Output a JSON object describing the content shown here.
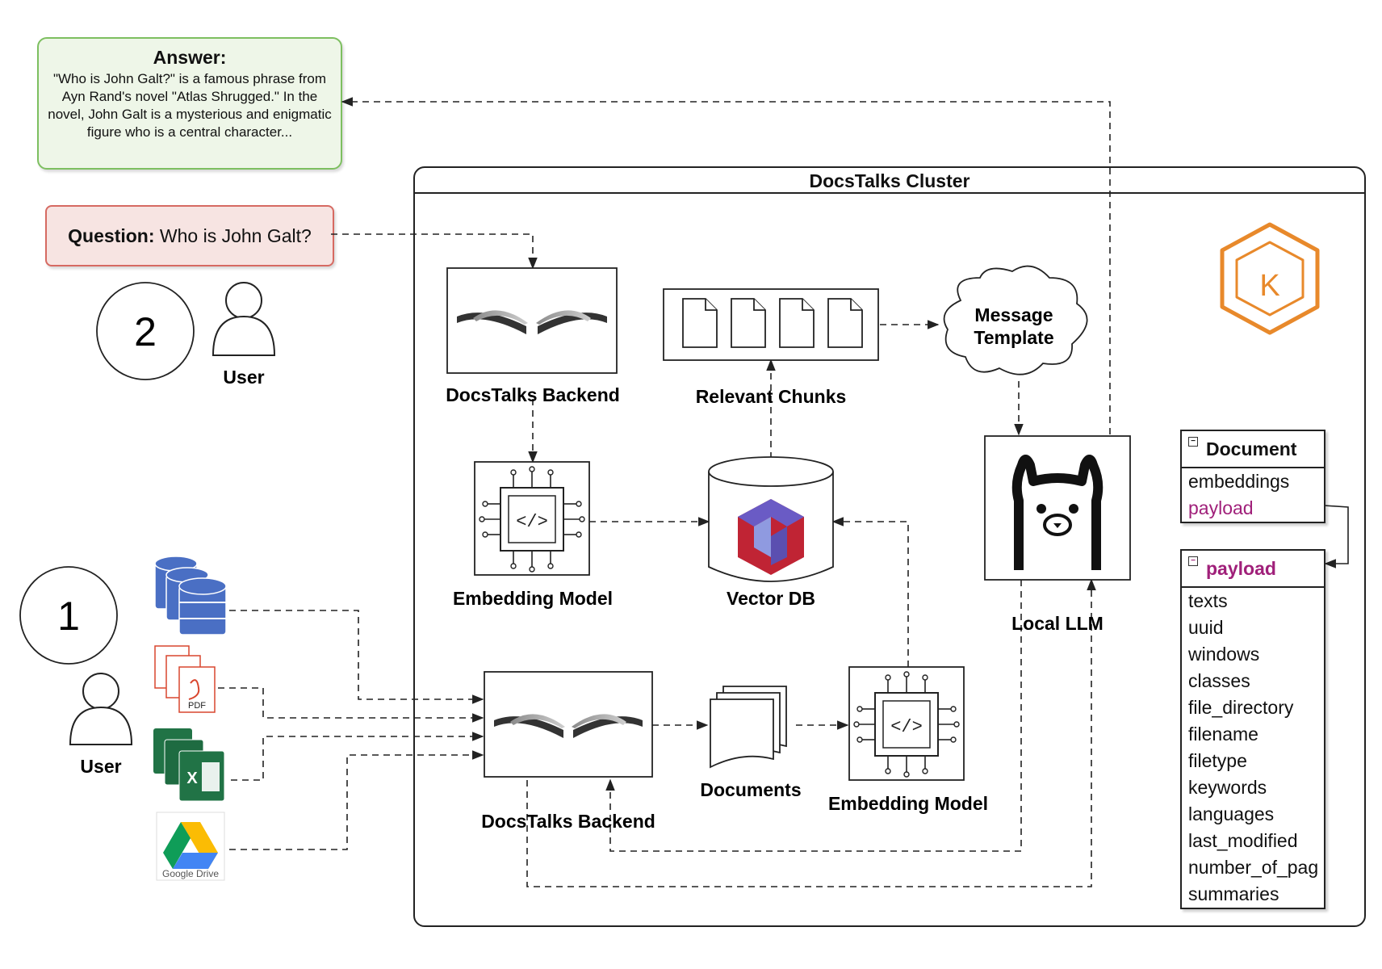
{
  "answer": {
    "heading": "Answer:",
    "text": "\"Who is John Galt?\" is a famous phrase from Ayn Rand's novel \"Atlas Shrugged.\" In the novel, John Galt is a mysterious and enigmatic figure who is a central character..."
  },
  "question": {
    "label": "Question:",
    "text": "Who is John Galt?"
  },
  "steps": {
    "one": "1",
    "two": "2"
  },
  "users": {
    "query_user": "User",
    "ingest_user": "User"
  },
  "cluster": {
    "title": "DocsTalks Cluster"
  },
  "nodes": {
    "backend_top": "DocsTalks Backend",
    "relevant_chunks": "Relevant Chunks",
    "message_template_line1": "Message",
    "message_template_line2": "Template",
    "embedding_model_top": "Embedding Model",
    "vector_db": "Vector DB",
    "local_llm": "Local LLM",
    "backend_bottom": "DocsTalks Backend",
    "documents": "Documents",
    "embedding_model_bottom": "Embedding Model"
  },
  "sources": {
    "pdf_badge": "PDF",
    "excel_badge": "X",
    "drive_label": "Google Drive"
  },
  "kubernetes_letter": "K",
  "document_table": {
    "title": "Document",
    "fields": [
      "embeddings",
      "payload"
    ]
  },
  "payload_table": {
    "title": "payload",
    "fields": [
      "texts",
      "uuid",
      "windows",
      "classes",
      "file_directory",
      "filename",
      "filetype",
      "keywords",
      "languages",
      "last_modified",
      "number_of_pag",
      "summaries"
    ]
  },
  "colors": {
    "answer_fill": "#eef6e8",
    "answer_border": "#7dbf60",
    "question_fill": "#f7e4e2",
    "question_border": "#d66a62",
    "payload_link": "#a0207a",
    "kubernetes": "#e8892b"
  }
}
